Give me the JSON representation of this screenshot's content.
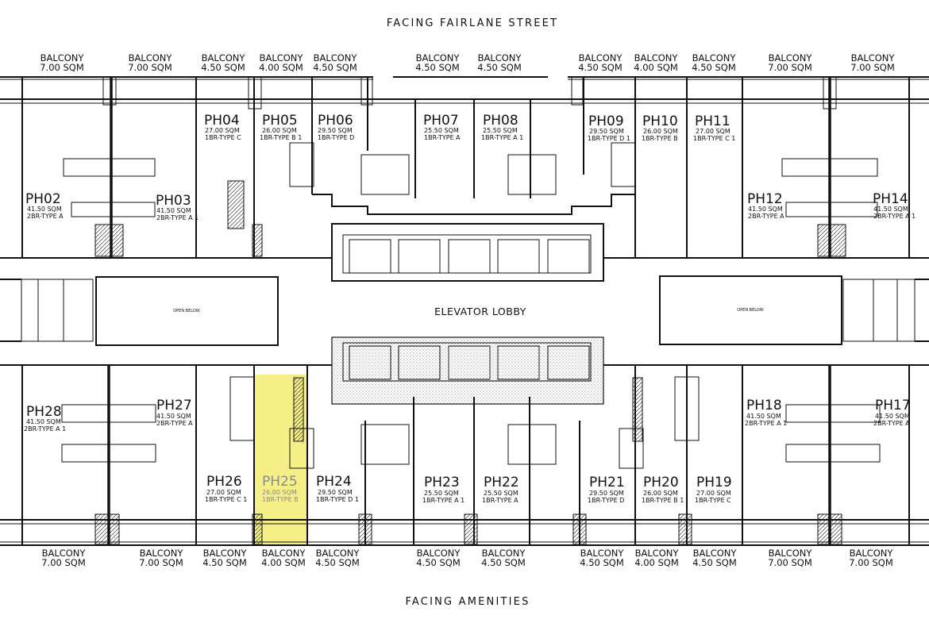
{
  "headings": {
    "top": "FACING FAIRLANE STREET",
    "bottom": "FACING AMENITIES"
  },
  "center_label": "ELEVATOR LOBBY",
  "open_below": "OPEN BELOW",
  "balconies_top": [
    {
      "label": "BALCONY",
      "area": "7.00 SQM"
    },
    {
      "label": "BALCONY",
      "area": "7.00 SQM"
    },
    {
      "label": "BALCONY",
      "area": "4.50 SQM"
    },
    {
      "label": "BALCONY",
      "area": "4.00 SQM"
    },
    {
      "label": "BALCONY",
      "area": "4.50 SQM"
    },
    {
      "label": "BALCONY",
      "area": "4.50 SQM"
    },
    {
      "label": "BALCONY",
      "area": "4.50 SQM"
    },
    {
      "label": "BALCONY",
      "area": "4.50 SQM"
    },
    {
      "label": "BALCONY",
      "area": "4.00 SQM"
    },
    {
      "label": "BALCONY",
      "area": "4.50 SQM"
    },
    {
      "label": "BALCONY",
      "area": "7.00 SQM"
    },
    {
      "label": "BALCONY",
      "area": "7.00 SQM"
    }
  ],
  "balconies_bottom": [
    {
      "label": "BALCONY",
      "area": "7.00 SQM"
    },
    {
      "label": "BALCONY",
      "area": "7.00 SQM"
    },
    {
      "label": "BALCONY",
      "area": "4.50 SQM"
    },
    {
      "label": "BALCONY",
      "area": "4.00 SQM"
    },
    {
      "label": "BALCONY",
      "area": "4.50 SQM"
    },
    {
      "label": "BALCONY",
      "area": "4.50 SQM"
    },
    {
      "label": "BALCONY",
      "area": "4.50 SQM"
    },
    {
      "label": "BALCONY",
      "area": "4.50 SQM"
    },
    {
      "label": "BALCONY",
      "area": "4.00 SQM"
    },
    {
      "label": "BALCONY",
      "area": "4.50 SQM"
    },
    {
      "label": "BALCONY",
      "area": "7.00 SQM"
    },
    {
      "label": "BALCONY",
      "area": "7.00 SQM"
    }
  ],
  "units": [
    {
      "id": "PH02",
      "area": "41.50 SQM",
      "type": "2BR-TYPE A"
    },
    {
      "id": "PH03",
      "area": "41.50 SQM",
      "type": "2BR-TYPE A 1"
    },
    {
      "id": "PH04",
      "area": "27.00 SQM",
      "type": "1BR-TYPE C"
    },
    {
      "id": "PH05",
      "area": "26.00 SQM",
      "type": "1BR-TYPE B 1"
    },
    {
      "id": "PH06",
      "area": "29.50 SQM",
      "type": "1BR-TYPE D"
    },
    {
      "id": "PH07",
      "area": "25.50 SQM",
      "type": "1BR-TYPE A"
    },
    {
      "id": "PH08",
      "area": "25.50 SQM",
      "type": "1BR-TYPE A 1"
    },
    {
      "id": "PH09",
      "area": "29.50 SQM",
      "type": "1BR-TYPE D 1"
    },
    {
      "id": "PH10",
      "area": "26.00 SQM",
      "type": "1BR-TYPE B"
    },
    {
      "id": "PH11",
      "area": "27.00 SQM",
      "type": "1BR-TYPE C 1"
    },
    {
      "id": "PH12",
      "area": "41.50 SQM",
      "type": "2BR-TYPE A"
    },
    {
      "id": "PH14",
      "area": "41.50 SQM",
      "type": "2BR-TYPE A 1"
    },
    {
      "id": "PH28",
      "area": "41.50 SQM",
      "type": "2BR-TYPE A 1"
    },
    {
      "id": "PH27",
      "area": "41.50 SQM",
      "type": "2BR-TYPE A"
    },
    {
      "id": "PH26",
      "area": "27.00 SQM",
      "type": "1BR-TYPE C 1"
    },
    {
      "id": "PH25",
      "area": "26.00 SQM",
      "type": "1BR-TYPE B"
    },
    {
      "id": "PH24",
      "area": "29.50 SQM",
      "type": "1BR-TYPE D 1"
    },
    {
      "id": "PH23",
      "area": "25.50 SQM",
      "type": "1BR-TYPE A 1"
    },
    {
      "id": "PH22",
      "area": "25.50 SQM",
      "type": "1BR-TYPE A"
    },
    {
      "id": "PH21",
      "area": "29.50 SQM",
      "type": "1BR-TYPE D"
    },
    {
      "id": "PH20",
      "area": "26.00 SQM",
      "type": "1BR-TYPE B 1"
    },
    {
      "id": "PH19",
      "area": "27.00 SQM",
      "type": "1BR-TYPE C"
    },
    {
      "id": "PH18",
      "area": "41.50 SQM",
      "type": "2BR-TYPE A 1"
    },
    {
      "id": "PH17",
      "area": "41.50 SQM",
      "type": "2BR-TYPE A"
    }
  ],
  "highlighted_unit": "PH25",
  "colors": {
    "highlight": "#f5ec72",
    "ink": "#111111",
    "background": "#ffffff"
  }
}
